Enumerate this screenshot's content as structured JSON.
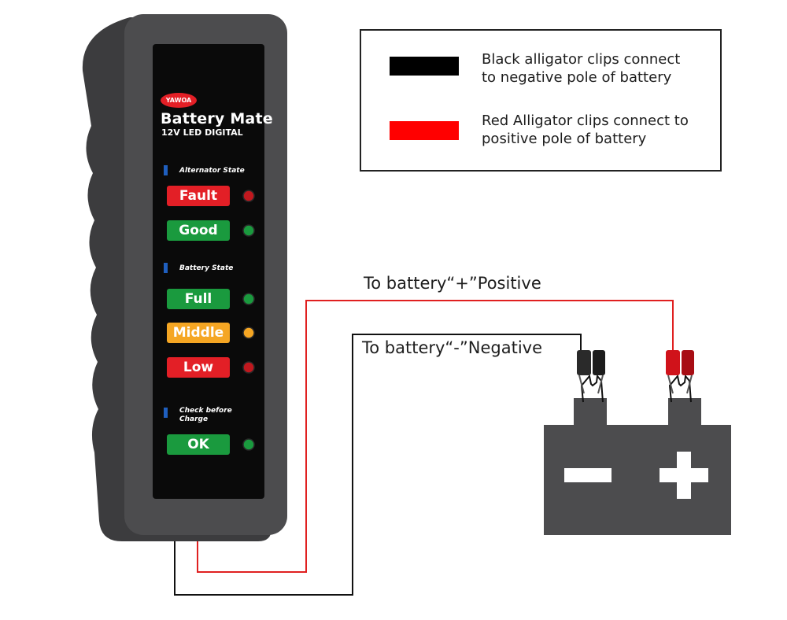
{
  "legend": {
    "items": [
      {
        "color": "#000000",
        "text_line1": "Black alligator clips connect",
        "text_line2": "to negative pole of battery"
      },
      {
        "color": "#ff0000",
        "text_line1": "Red Alligator clips connect to",
        "text_line2": "positive pole of battery"
      }
    ]
  },
  "device": {
    "brand_logo": "YAWOA",
    "name": "Battery Mate",
    "subtitle": "12V LED DIGITAL",
    "alternator_label": "Alternator State",
    "battery_label": "Battery State",
    "check_label_line1": "Check before",
    "check_label_line2": "Charge",
    "buttons": {
      "fault": "Fault",
      "good": "Good",
      "full": "Full",
      "middle": "Middle",
      "low": "Low",
      "ok": "OK"
    }
  },
  "wires": {
    "positive_label": "To battery“+”Positive",
    "negative_label": "To battery“-”Negative"
  },
  "battery": {
    "negative_symbol": "−",
    "positive_symbol": "+"
  },
  "colors": {
    "device_body": "#4c4c4e",
    "device_panel": "#0a0a0a",
    "red": "#e31f26",
    "green": "#1a9a3e",
    "orange": "#f5a623",
    "battery": "#4c4c4e",
    "wire_red": "#e02020",
    "wire_black": "#111111"
  }
}
